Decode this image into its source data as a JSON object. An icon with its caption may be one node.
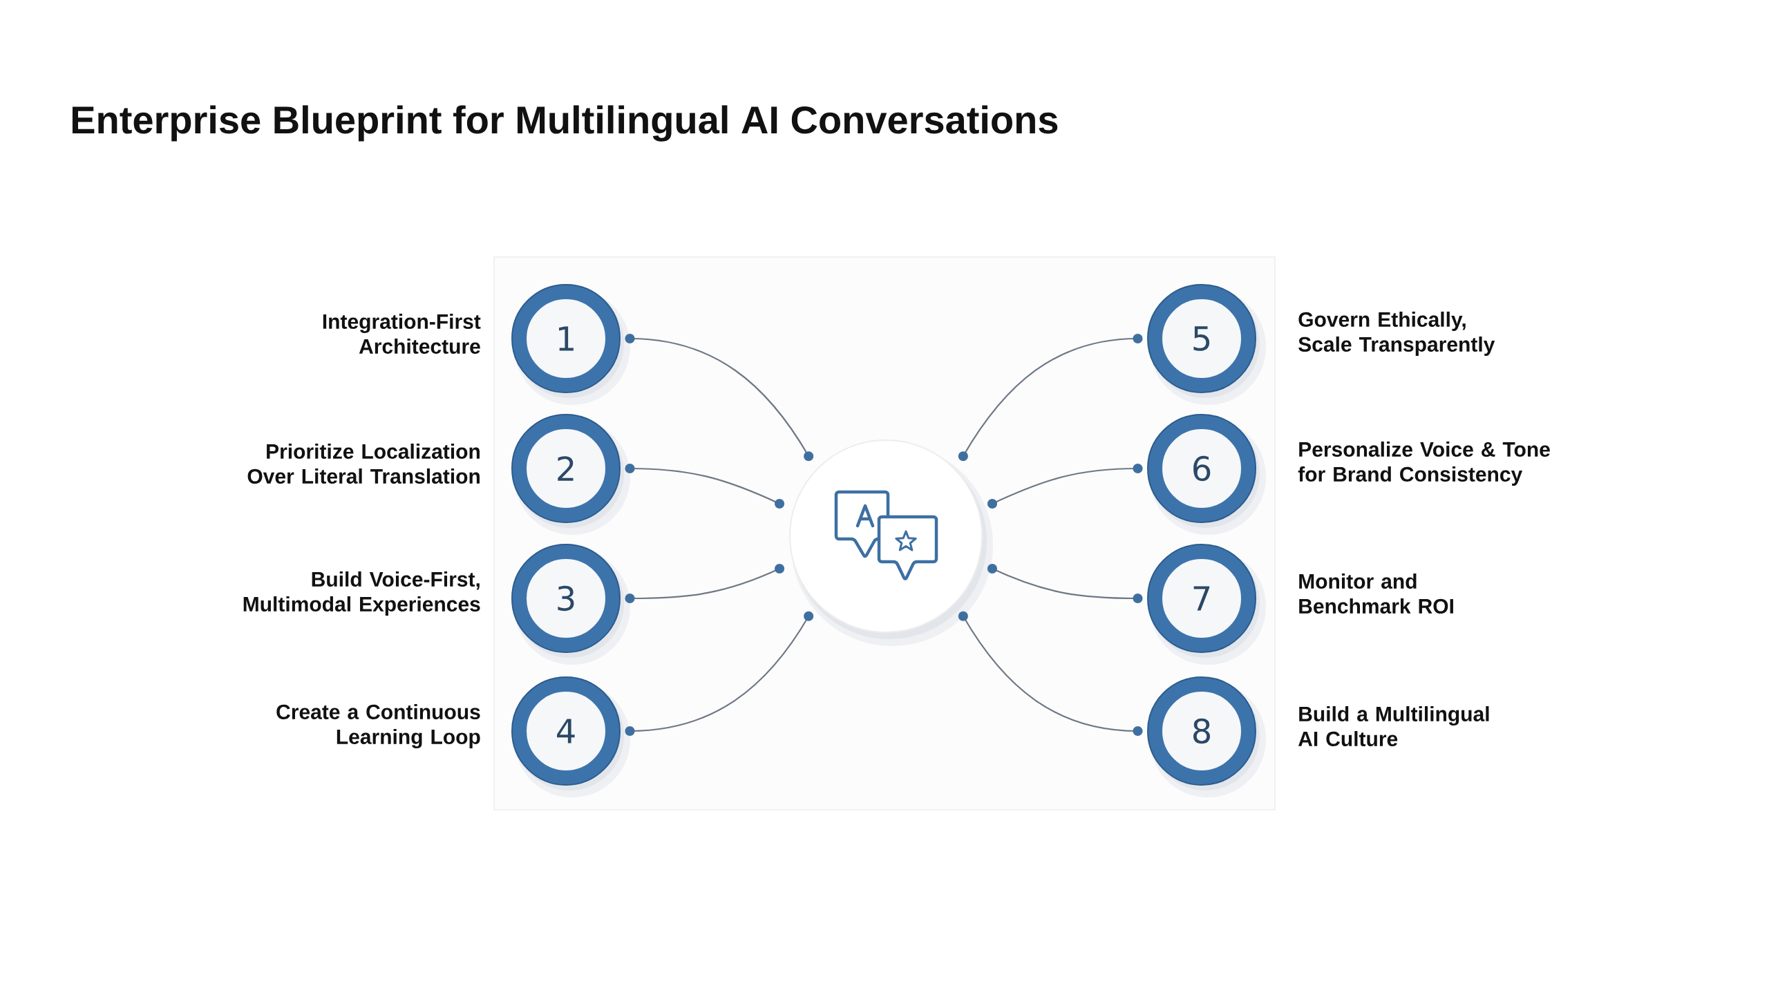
{
  "diagram": {
    "title": "Enterprise Blueprint for Multilingual AI Conversations",
    "nodes": [
      {
        "text": [
          "1"
        ],
        "beside": [
          "Integration-First Architecture"
        ]
      },
      {
        "text": [
          "2"
        ],
        "beside": [
          "Prioritize Localization Over Literal Translation"
        ]
      },
      {
        "text": [
          "3"
        ],
        "beside": [
          "Build Voice-First, Multimodal Experiences"
        ]
      },
      {
        "text": [
          "4"
        ],
        "beside": [
          "Create a Continuous Learning Loop"
        ]
      },
      {
        "text": [
          "5"
        ],
        "beside": [
          "Govern Ethically, Scale Transparently"
        ]
      },
      {
        "text": [
          "6"
        ],
        "beside": [
          "Personalize Voice & Tone for Brand Consistency"
        ]
      },
      {
        "text": [
          "7"
        ],
        "beside": [
          "Monitor and Benchmark ROI"
        ]
      },
      {
        "text": [
          "8"
        ],
        "beside": [
          "Build a Multilingual AI Culture"
        ]
      },
      {
        "text": [],
        "shape": "circle"
      }
    ],
    "edges": [
      {
        "from": 0,
        "to": 8,
        "arrow": "other"
      },
      {
        "from": 1,
        "to": 8,
        "arrow": "other"
      },
      {
        "from": 2,
        "to": 8,
        "arrow": "other"
      },
      {
        "from": 3,
        "to": 8,
        "arrow": "other"
      },
      {
        "from": 4,
        "to": 8,
        "arrow": "other"
      },
      {
        "from": 5,
        "to": 8,
        "arrow": "other"
      },
      {
        "from": 6,
        "to": 8,
        "arrow": "other"
      },
      {
        "from": 7,
        "to": 8,
        "arrow": "other"
      }
    ]
  }
}
